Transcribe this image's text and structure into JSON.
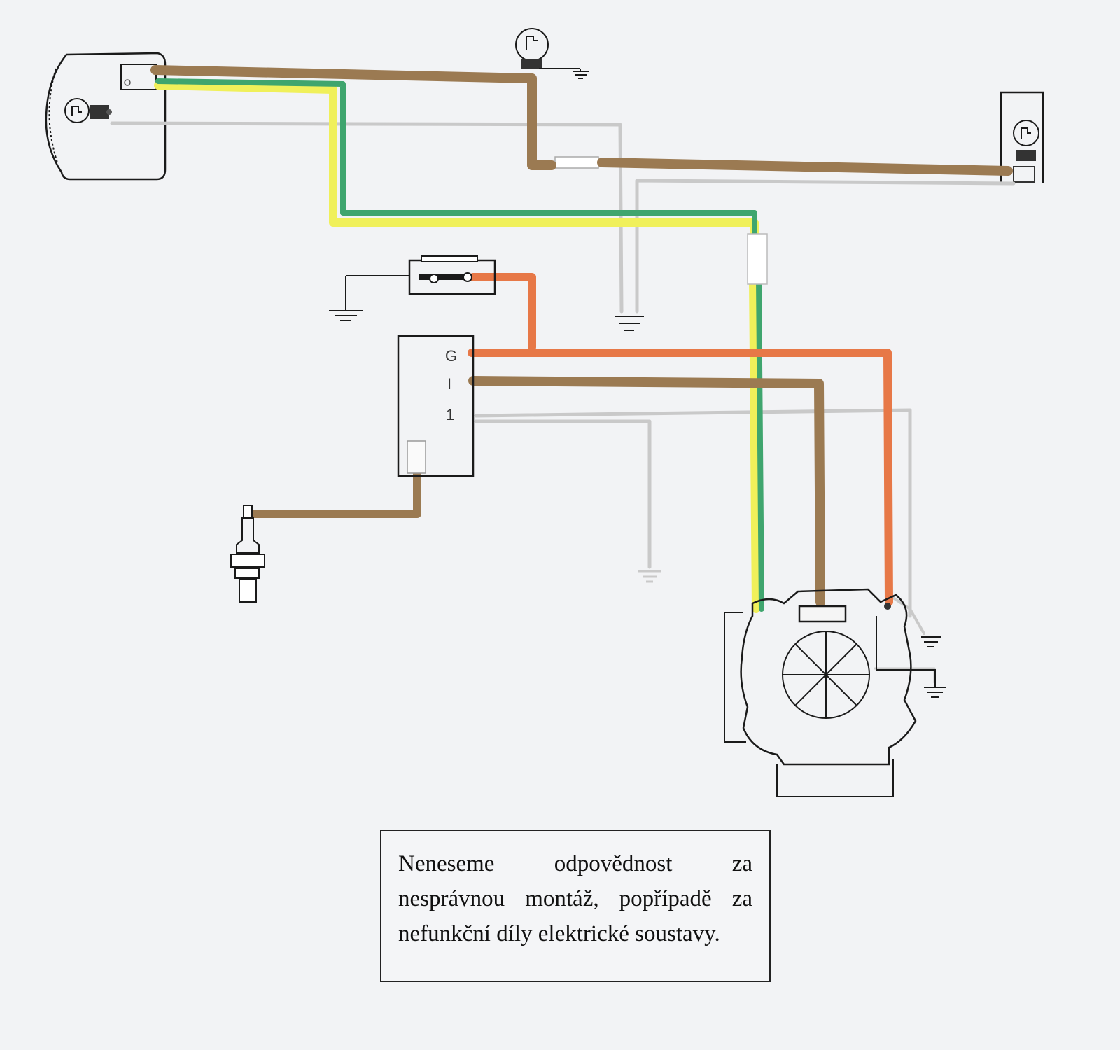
{
  "coil_terminals": {
    "g": "G",
    "i": "I",
    "one": "1"
  },
  "disclaimer": {
    "text": "Neneseme odpovědnost za nesprávnou montáž, popřípadě za nefunkční díly elektrické soustavy."
  },
  "wire_colors": {
    "brown": "#9b7a52",
    "green": "#3fa56e",
    "yellow": "#f0f05a",
    "orange": "#e77847",
    "gray": "#c9c9c9",
    "black": "#1a1a1a"
  }
}
